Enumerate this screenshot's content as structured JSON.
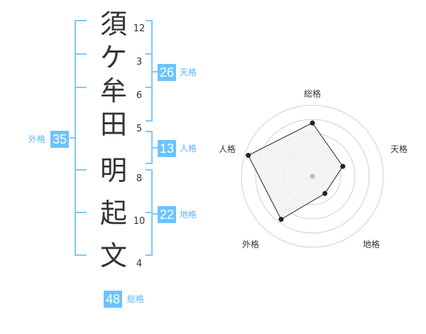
{
  "name_chars": [
    "須",
    "ケ",
    "牟",
    "田",
    "明",
    "起",
    "文"
  ],
  "strokes": [
    "12",
    "3",
    "6",
    "5",
    "8",
    "10",
    "4"
  ],
  "kaku": {
    "tenkaku": {
      "value": "26",
      "label": "天格"
    },
    "jinkaku": {
      "value": "13",
      "label": "人格"
    },
    "chikaku": {
      "value": "22",
      "label": "地格"
    },
    "gaikaku": {
      "value": "35",
      "label": "外格"
    },
    "soukaku": {
      "value": "48",
      "label": "総格"
    }
  },
  "radar": {
    "axes": [
      "総格",
      "天格",
      "地格",
      "外格",
      "人格"
    ],
    "values": [
      0.75,
      0.45,
      0.3,
      0.75,
      0.95
    ],
    "colors": {
      "line": "#222222",
      "fill": "#f2f2f2",
      "grid": "#d0d0d0"
    }
  },
  "colors": {
    "accent": "#6cc3ff",
    "bracket": "#7fc8ff"
  }
}
